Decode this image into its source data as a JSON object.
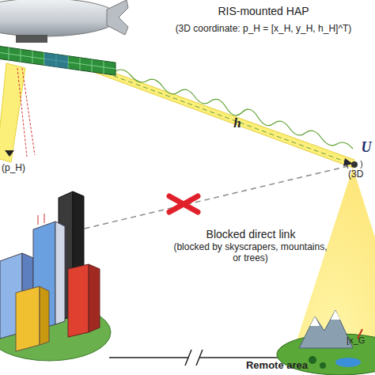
{
  "diagram": {
    "labels": [
      "RIS-mounted HAP",
      "(3D coordinate: p_H = [x_H, y_H, h_H]^T)",
      "(p_H)",
      "h",
      "U",
      "(3D",
      "Blocked direct link",
      "(blocked by skyscrapers, mountains, or trees)",
      "[x_G",
      "Remote area"
    ]
  }
}
